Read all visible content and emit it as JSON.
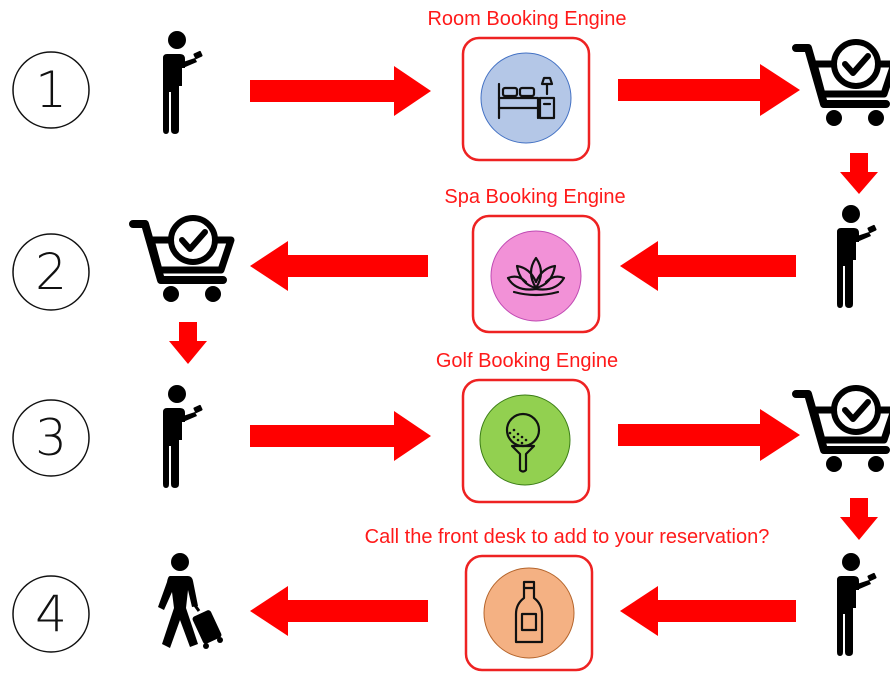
{
  "steps": [
    {
      "number": "1",
      "engine_label": "Room Booking Engine",
      "icon": "bed-icon",
      "circle_color": "#b4c7e7",
      "direction": "right"
    },
    {
      "number": "2",
      "engine_label": "Spa Booking Engine",
      "icon": "lotus-icon",
      "circle_color": "#f291d7",
      "direction": "left"
    },
    {
      "number": "3",
      "engine_label": "Golf Booking Engine",
      "icon": "golf-ball-icon",
      "circle_color": "#92d050",
      "direction": "right"
    },
    {
      "number": "4",
      "engine_label": "Call the front desk to add to your reservation?",
      "icon": "wine-bottle-icon",
      "circle_color": "#f4b183",
      "direction": "left"
    }
  ],
  "colors": {
    "arrow": "#ff0000",
    "label": "#ff1a1a",
    "box_border": "#ee2222"
  }
}
